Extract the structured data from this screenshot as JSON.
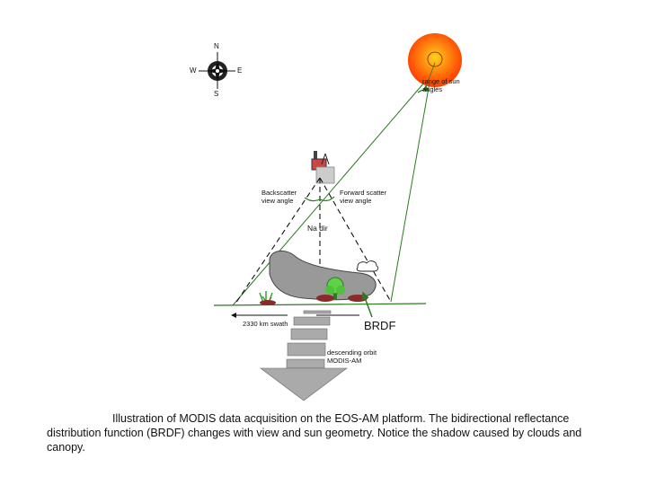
{
  "compass": {
    "n": "N",
    "s": "S",
    "e": "E",
    "w": "W"
  },
  "labels": {
    "sun_angles": "range of sun angles",
    "backscatter": "Backscatter view angle",
    "forward_scatter": "Forward scatter view angle",
    "nadir": "Na dir",
    "swath": "2330 km swath",
    "brdf": "BRDF",
    "orbit": "descending orbit MODIS-AM"
  },
  "caption": "Illustration of  MODIS data acquisition on the EOS-AM platform. The bidirectional reflectance distribution function (BRDF) changes with view and sun geometry. Notice the shadow caused by clouds and canopy."
}
